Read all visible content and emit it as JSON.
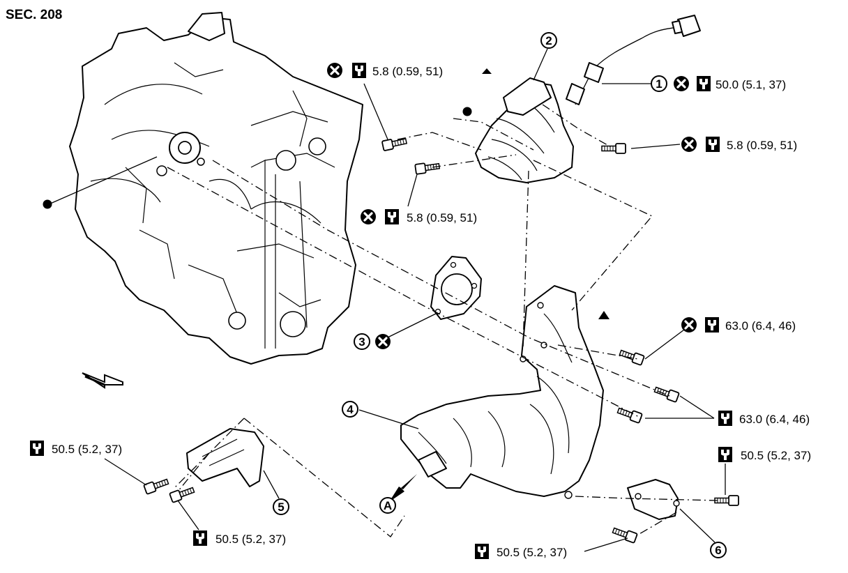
{
  "section": "SEC. 208",
  "callouts": {
    "p1": "1",
    "p2": "2",
    "p3": "3",
    "p4": "4",
    "p5": "5",
    "p6": "6",
    "view_a": "A"
  },
  "torques": {
    "t1": "50.0 (5.1, 37)",
    "t2": "5.8 (0.59, 51)",
    "t3": "5.8 (0.59, 51)",
    "t4": "5.8 (0.59, 51)",
    "t5": "63.0 (6.4, 46)",
    "t6": "63.0 (6.4, 46)",
    "t7": "50.5 (5.2, 37)",
    "t8": "50.5 (5.2, 37)",
    "t9": "50.5 (5.2, 37)",
    "t10": "50.5 (5.2, 37)"
  },
  "icons": [
    "do-not-reuse-icon",
    "torque-wrench-icon",
    "circle-marker-icon",
    "triangle-marker-icon",
    "front-arrow-icon"
  ]
}
